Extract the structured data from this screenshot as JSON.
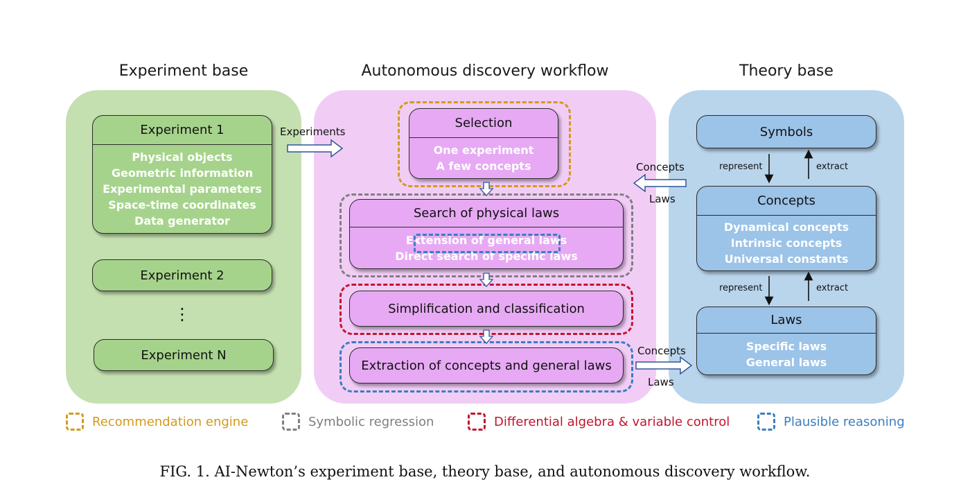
{
  "titles": {
    "experiment_base": "Experiment base",
    "workflow": "Autonomous discovery workflow",
    "theory_base": "Theory base"
  },
  "experiment_base": {
    "experiment1_title": "Experiment 1",
    "experiment1_items": [
      "Physical objects",
      "Geometric information",
      "Experimental parameters",
      "Space-time coordinates",
      "Data generator"
    ],
    "experiment2_title": "Experiment 2",
    "ellipsis": "⋮",
    "experimentN_title": "Experiment N"
  },
  "workflow": {
    "selection_title": "Selection",
    "selection_items": [
      "One experiment",
      "A few concepts"
    ],
    "search_title": "Search of physical laws",
    "search_items": [
      "Extension of general laws",
      "Direct search of specific laws"
    ],
    "simplification_title": "Simplification and classification",
    "extraction_title": "Extraction of concepts and general laws"
  },
  "theory_base": {
    "symbols_title": "Symbols",
    "concepts_title": "Concepts",
    "concepts_items": [
      "Dynamical concepts",
      "Intrinsic concepts",
      "Universal constants"
    ],
    "laws_title": "Laws",
    "laws_items": [
      "Specific laws",
      "General laws"
    ],
    "represent": "represent",
    "extract": "extract"
  },
  "connectors": {
    "experiments": "Experiments",
    "concepts": "Concepts",
    "laws": "Laws"
  },
  "legend": [
    {
      "label": "Recommendation engine",
      "color": "#d19a1f"
    },
    {
      "label": "Symbolic regression",
      "color": "#7f7f7f"
    },
    {
      "label": "Differential algebra & variable control",
      "color": "#c2142d"
    },
    {
      "label": "Plausible reasoning",
      "color": "#3b7dbf"
    }
  ],
  "caption": "FIG. 1. AI-Newton’s experiment base, theory base, and autonomous discovery workflow."
}
